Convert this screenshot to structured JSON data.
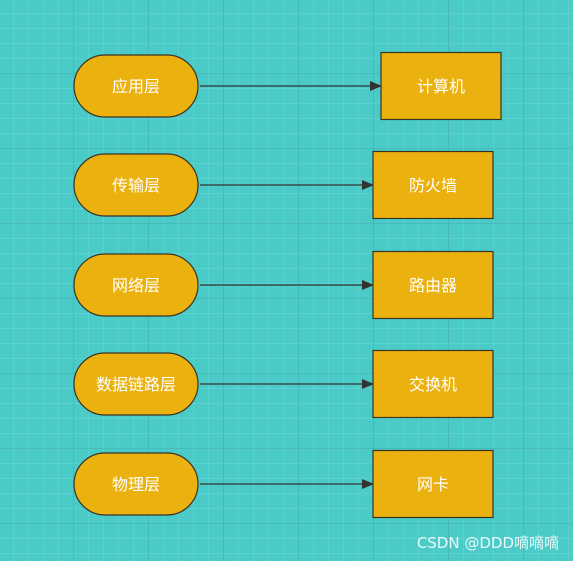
{
  "colors": {
    "node_fill": "#ebb10e",
    "node_stroke": "#3a3322",
    "edge_stroke": "#333333",
    "label_text": "#ffffff"
  },
  "layers": [
    {
      "layer": "应用层",
      "device": "计算机"
    },
    {
      "layer": "传输层",
      "device": "防火墙"
    },
    {
      "layer": "网络层",
      "device": "路由器"
    },
    {
      "layer": "数据链路层",
      "device": "交换机"
    },
    {
      "layer": "物理层",
      "device": "网卡"
    }
  ],
  "watermark": "CSDN @DDD嘀嘀嘀"
}
